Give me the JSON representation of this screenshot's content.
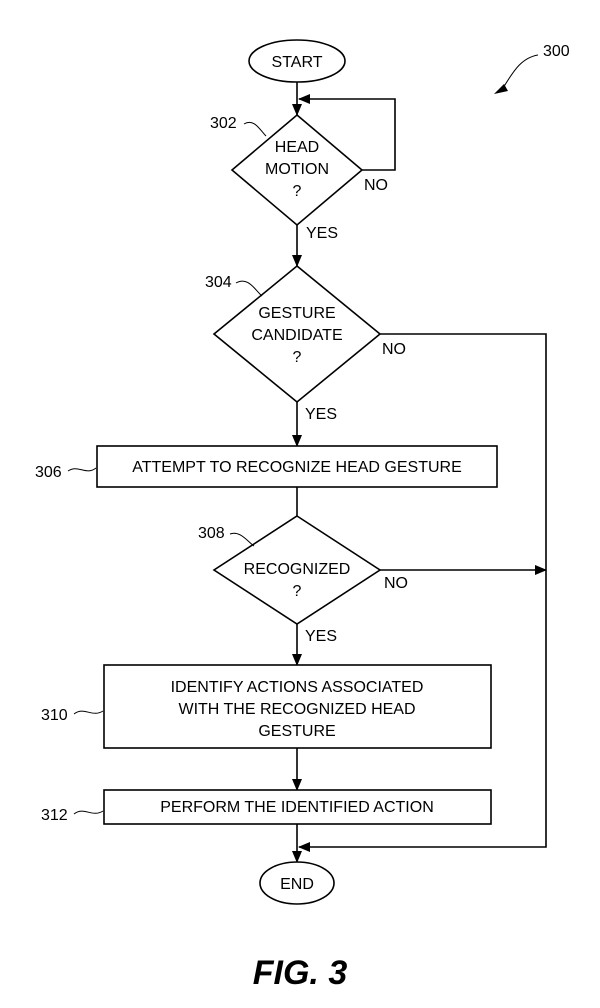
{
  "figure": {
    "ref": "300",
    "caption": "FIG. 3"
  },
  "nodes": {
    "start": {
      "label": "START"
    },
    "d302": {
      "ref": "302",
      "lines": [
        "HEAD",
        "MOTION",
        "?"
      ]
    },
    "d304": {
      "ref": "304",
      "lines": [
        "GESTURE",
        "CANDIDATE",
        "?"
      ]
    },
    "b306": {
      "ref": "306",
      "lines": [
        "ATTEMPT TO RECOGNIZE HEAD GESTURE"
      ]
    },
    "d308": {
      "ref": "308",
      "lines": [
        "RECOGNIZED",
        "?"
      ]
    },
    "b310": {
      "ref": "310",
      "lines": [
        "IDENTIFY ACTIONS ASSOCIATED",
        "WITH THE RECOGNIZED HEAD",
        "GESTURE"
      ]
    },
    "b312": {
      "ref": "312",
      "lines": [
        "PERFORM THE IDENTIFIED ACTION"
      ]
    },
    "end": {
      "label": "END"
    }
  },
  "edge_labels": {
    "d302_yes": "YES",
    "d302_no": "NO",
    "d304_yes": "YES",
    "d304_no": "NO",
    "d308_yes": "YES",
    "d308_no": "NO"
  }
}
